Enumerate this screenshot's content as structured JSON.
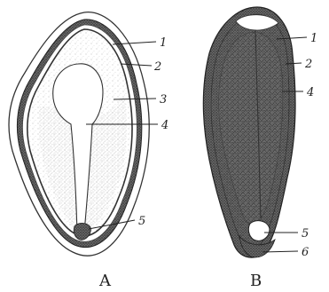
{
  "figures": [
    {
      "caption": "A",
      "labels": [
        "1",
        "2",
        "3",
        "4",
        "5"
      ]
    },
    {
      "caption": "B",
      "labels": [
        "1",
        "2",
        "4",
        "5",
        "6"
      ]
    }
  ]
}
